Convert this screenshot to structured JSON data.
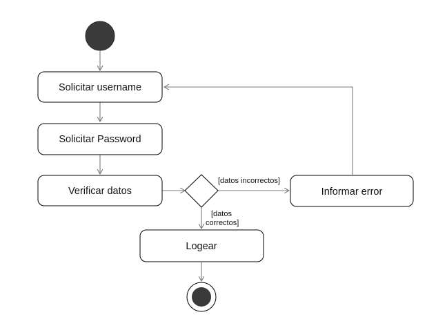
{
  "diagram": {
    "type": "uml-activity",
    "nodes": {
      "solicitar_username": "Solicitar username",
      "solicitar_password": "Solicitar Password",
      "verificar_datos": "Verificar datos",
      "informar_error": "Informar error",
      "logear": "Logear"
    },
    "guards": {
      "incorrect_line": "[datos incorrectos]",
      "correct_line1": "[datos",
      "correct_line2": "correctos]"
    },
    "colors": {
      "stroke": "#000000",
      "arrow": "#7a7a7a",
      "fill": "#3a3a3a"
    }
  }
}
